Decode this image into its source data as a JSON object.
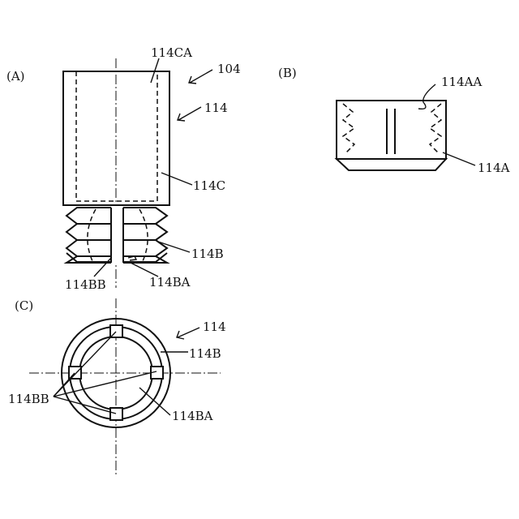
{
  "figure": {
    "panels": {
      "a": "(A)",
      "b": "(B)",
      "c": "(C)"
    },
    "labels": {
      "a_114ca": "114CA",
      "a_104": "104",
      "a_114": "114",
      "a_114c": "114C",
      "a_114b": "114B",
      "a_114bb": "114BB",
      "a_114ba": "114BA",
      "b_114aa": "114AA",
      "b_114a": "114A",
      "c_114": "114",
      "c_114b": "114B",
      "c_114bb": "114BB",
      "c_114ba": "114BA"
    },
    "colors": {
      "ink": "#111111",
      "paper": "#ffffff"
    }
  }
}
